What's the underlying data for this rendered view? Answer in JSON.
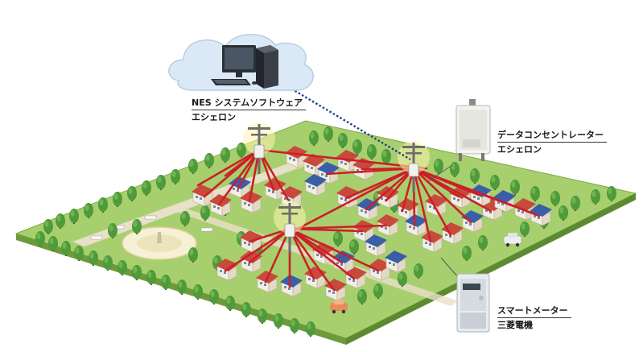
{
  "labels": {
    "nes": {
      "line1": "NES システムソフトウェア",
      "line2": "エシェロン"
    },
    "data_concentrator": {
      "line1": "データコンセントレーター",
      "line2": "エシェロン"
    },
    "smart_meter": {
      "line1": "スマートメーター",
      "line2": "三菱電機"
    }
  },
  "colors": {
    "grass": "#a8cf6e",
    "grass_edge": "#6f9a3c",
    "tree": "#4f9a3a",
    "network_link": "#cc1f2a",
    "uplink": "#1f3f8f",
    "cloud": "#dbe9f7",
    "roof_red": "#c84a3b",
    "roof_blue": "#3b5ea8",
    "house_wall": "#f3eee4"
  },
  "icons": [
    "cloud-icon",
    "computer-icon",
    "data-concentrator-icon",
    "smart-meter-icon",
    "utility-pole-icon",
    "house-icon",
    "tree-icon",
    "car-icon"
  ]
}
